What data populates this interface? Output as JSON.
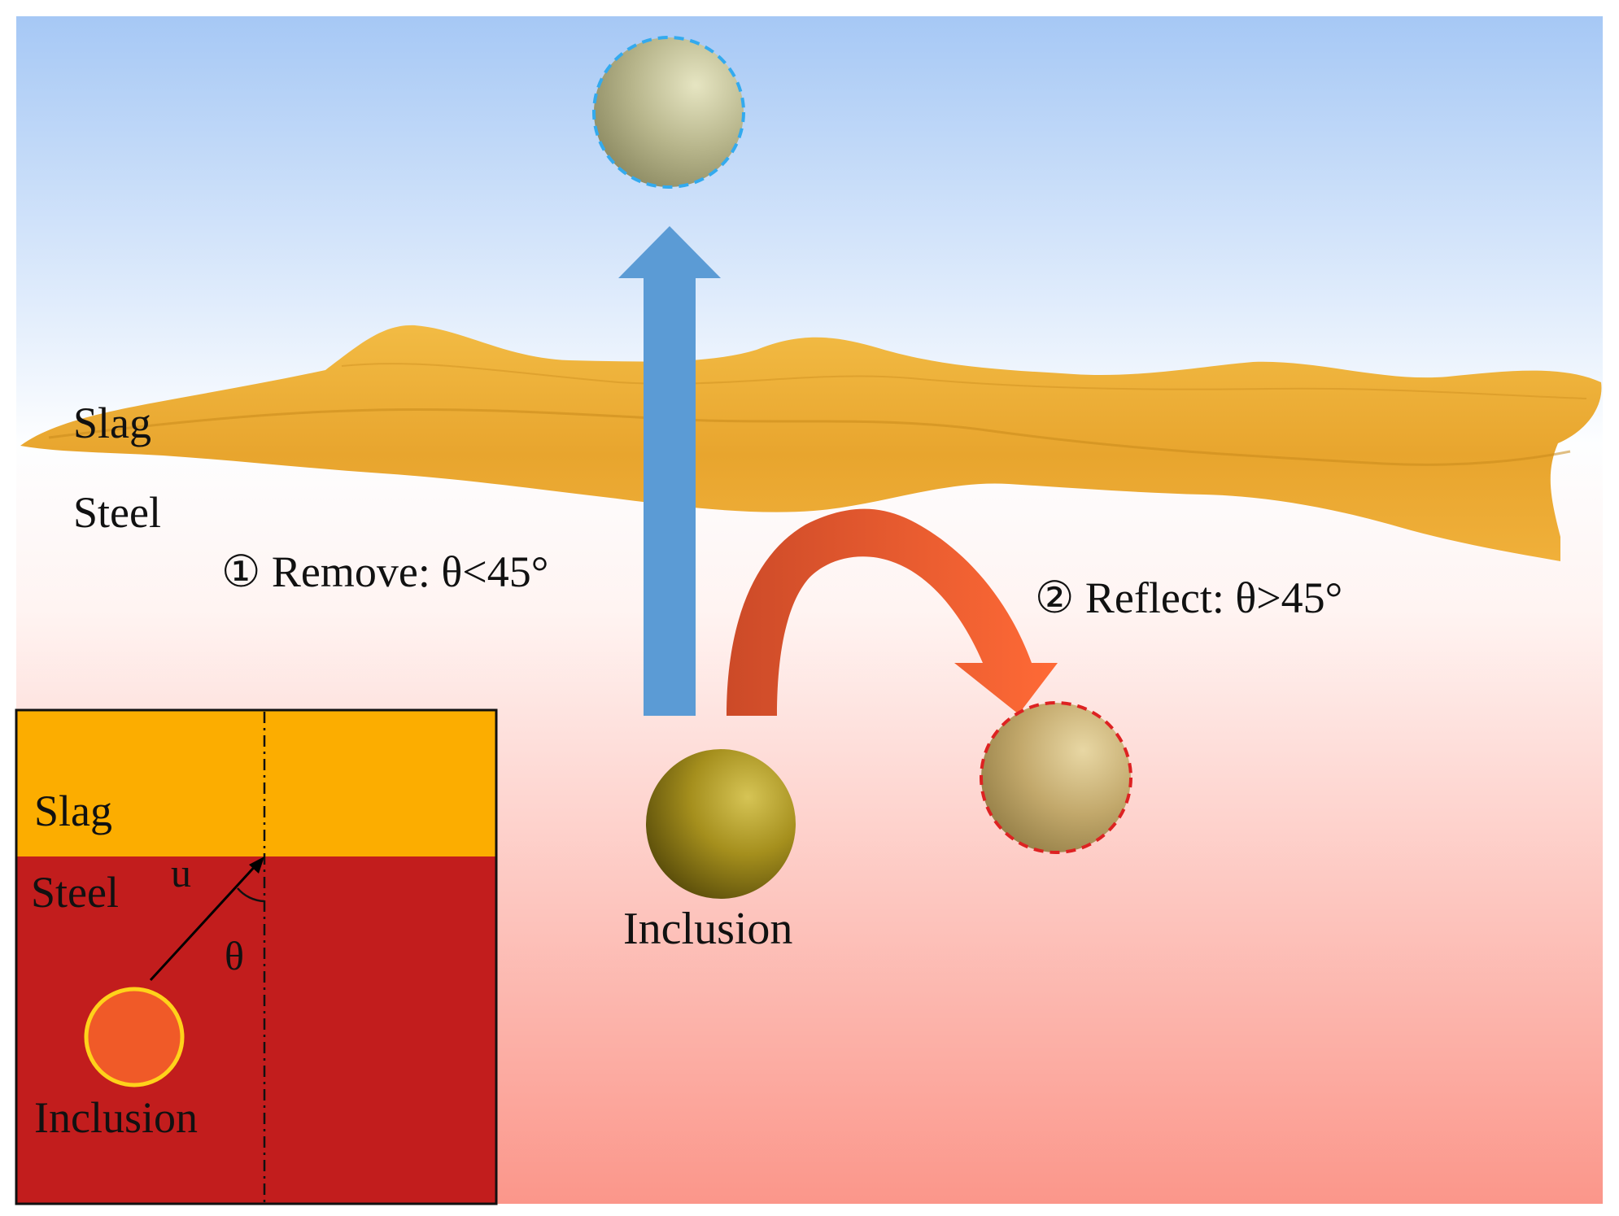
{
  "labels": {
    "slag_main": "Slag",
    "steel_main": "Steel",
    "remove": "① Remove: θ<45°",
    "reflect": "② Reflect: θ>45°",
    "inclusion_main": "Inclusion",
    "inset_slag": "Slag",
    "inset_steel": "Steel",
    "inset_velocity": "u",
    "inset_angle": "θ",
    "inset_inclusion": "Inclusion"
  },
  "colors": {
    "sky_top": "#a6c8f5",
    "sky_mid": "#ffffff",
    "steel_bottom": "#fb968a",
    "slag_layer": "#efb23a",
    "remove_arrow": "#5b9bd5",
    "reflect_arrow": "#f06030",
    "inset_slag": "#fcad00",
    "inset_steel": "#c21d1d",
    "inset_inclusion": "#f05a28",
    "removed_outline": "#33aaee",
    "reflected_outline": "#dd2222"
  }
}
